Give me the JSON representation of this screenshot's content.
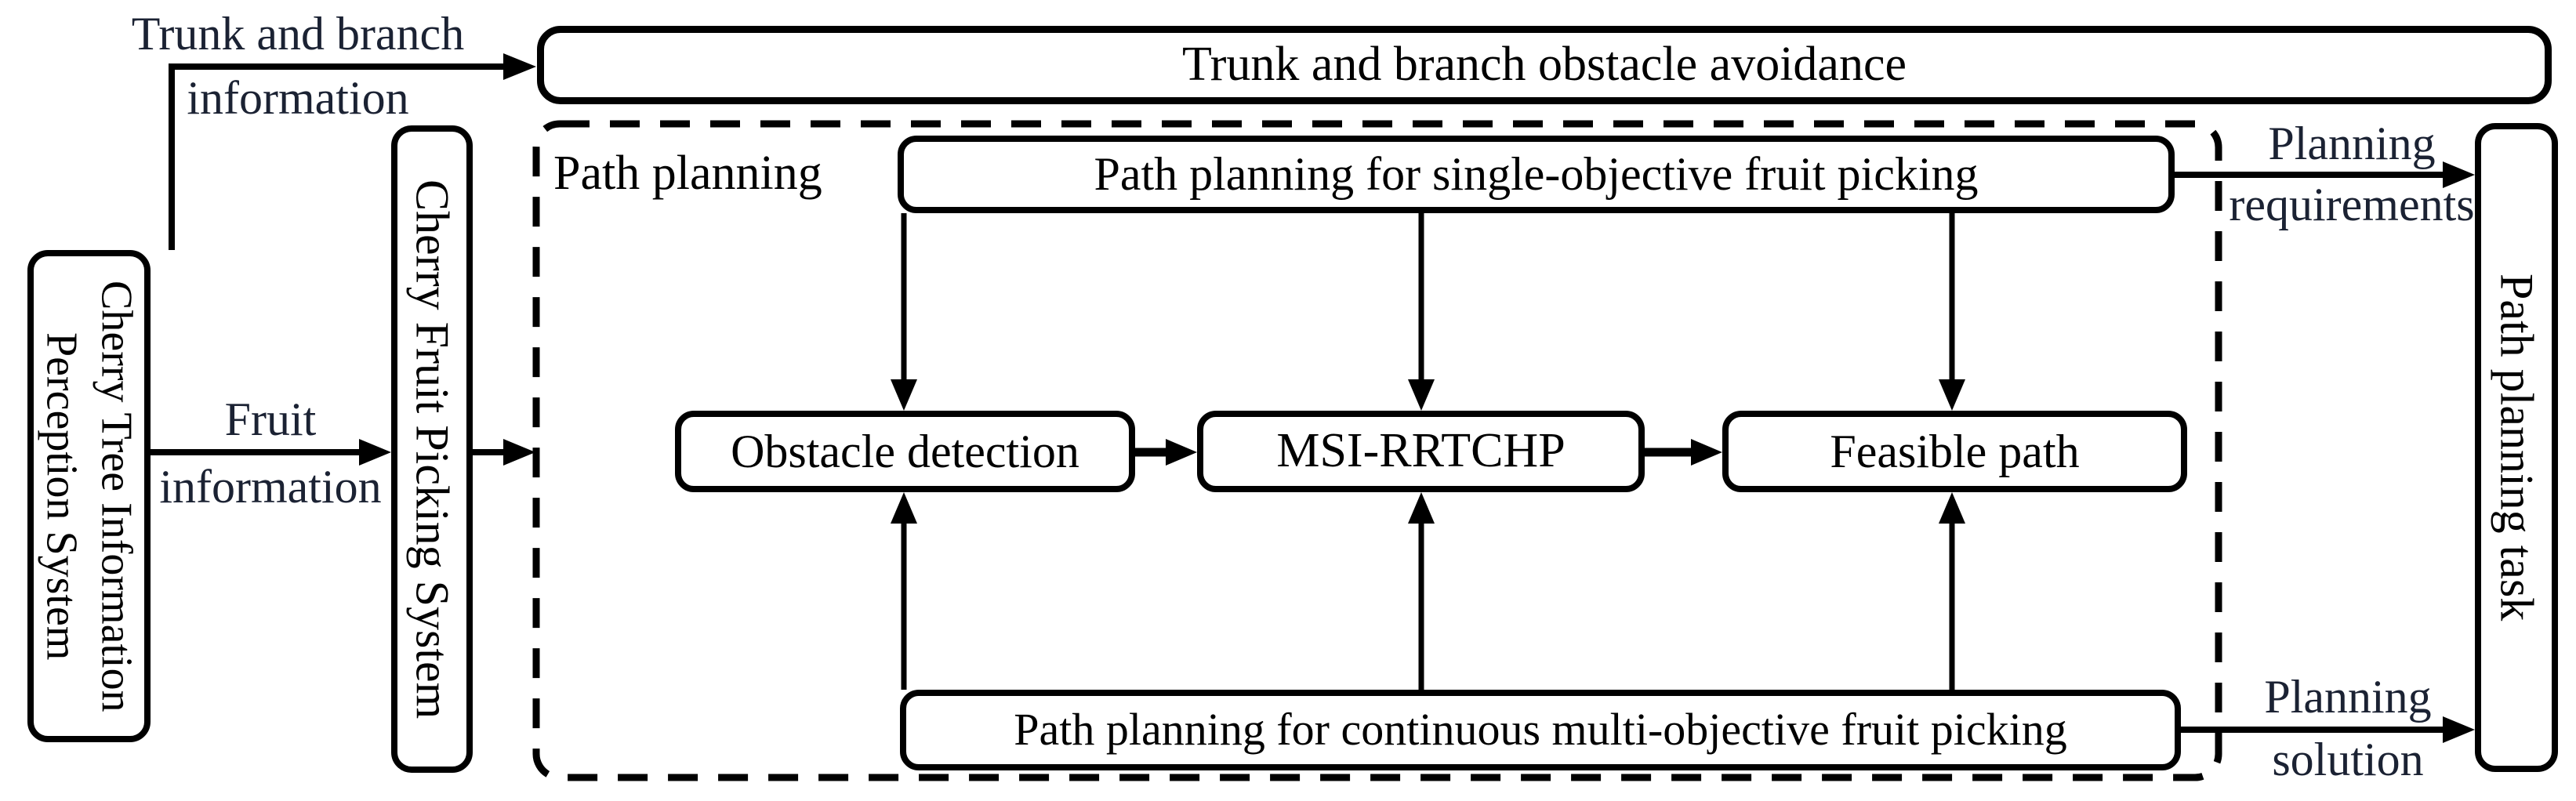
{
  "diagram": {
    "boxes": {
      "perception": {
        "line1": "Cherry Tree Information",
        "line2": "Perception System"
      },
      "picking": {
        "label": "Cherry Fruit Picking System"
      },
      "avoidance": {
        "label": "Trunk and branch obstacle avoidance"
      },
      "task": {
        "label": "Path planning task"
      },
      "single": {
        "label": "Path planning for single-objective fruit picking"
      },
      "obstacle": {
        "label": "Obstacle detection"
      },
      "msi": {
        "label": "MSI-RRTCHP"
      },
      "feasible": {
        "label": "Feasible path"
      },
      "multi": {
        "label": "Path planning for continuous multi-objective fruit picking"
      },
      "group_label": "Path planning"
    },
    "edge_labels": {
      "trunk_line1": "Trunk and branch",
      "trunk_line2": "information",
      "fruit_line1": "Fruit",
      "fruit_line2": "information",
      "req_line1": "Planning",
      "req_line2": "requirements",
      "sol_line1": "Planning",
      "sol_line2": "solution"
    },
    "colors": {
      "stroke": "#000000",
      "box_text": "#000000",
      "label_text": "#1b2233",
      "background": "#ffffff"
    }
  }
}
